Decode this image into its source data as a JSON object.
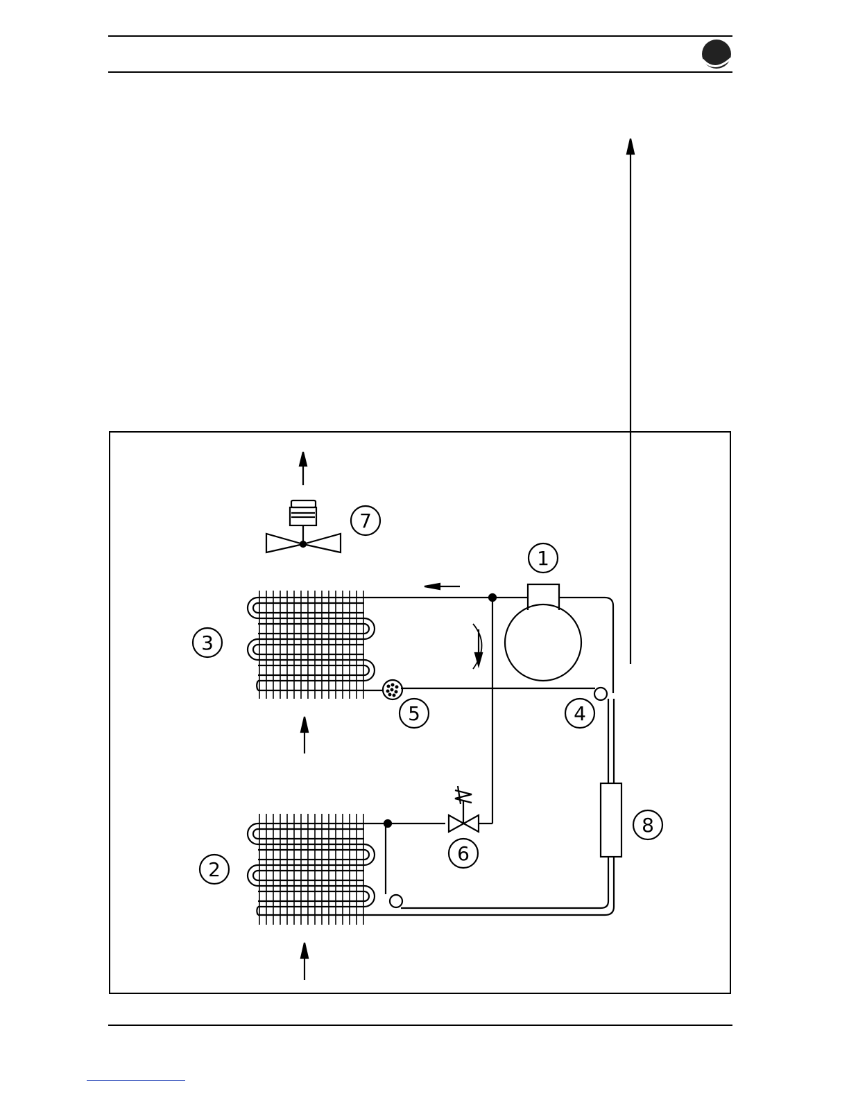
{
  "header": {
    "logo_icon": "circle-brand-mark",
    "rule_color": "#000000"
  },
  "figure": {
    "callouts": [
      {
        "id": "compressor",
        "label": "1"
      },
      {
        "id": "evaporator",
        "label": "2"
      },
      {
        "id": "condenser",
        "label": "3"
      },
      {
        "id": "junction-4",
        "label": "4"
      },
      {
        "id": "filter-dryer",
        "label": "5"
      },
      {
        "id": "valve",
        "label": "6"
      },
      {
        "id": "fan",
        "label": "7"
      },
      {
        "id": "component-8",
        "label": "8"
      }
    ]
  },
  "footer": {
    "link_color": "#1f3fb5"
  }
}
